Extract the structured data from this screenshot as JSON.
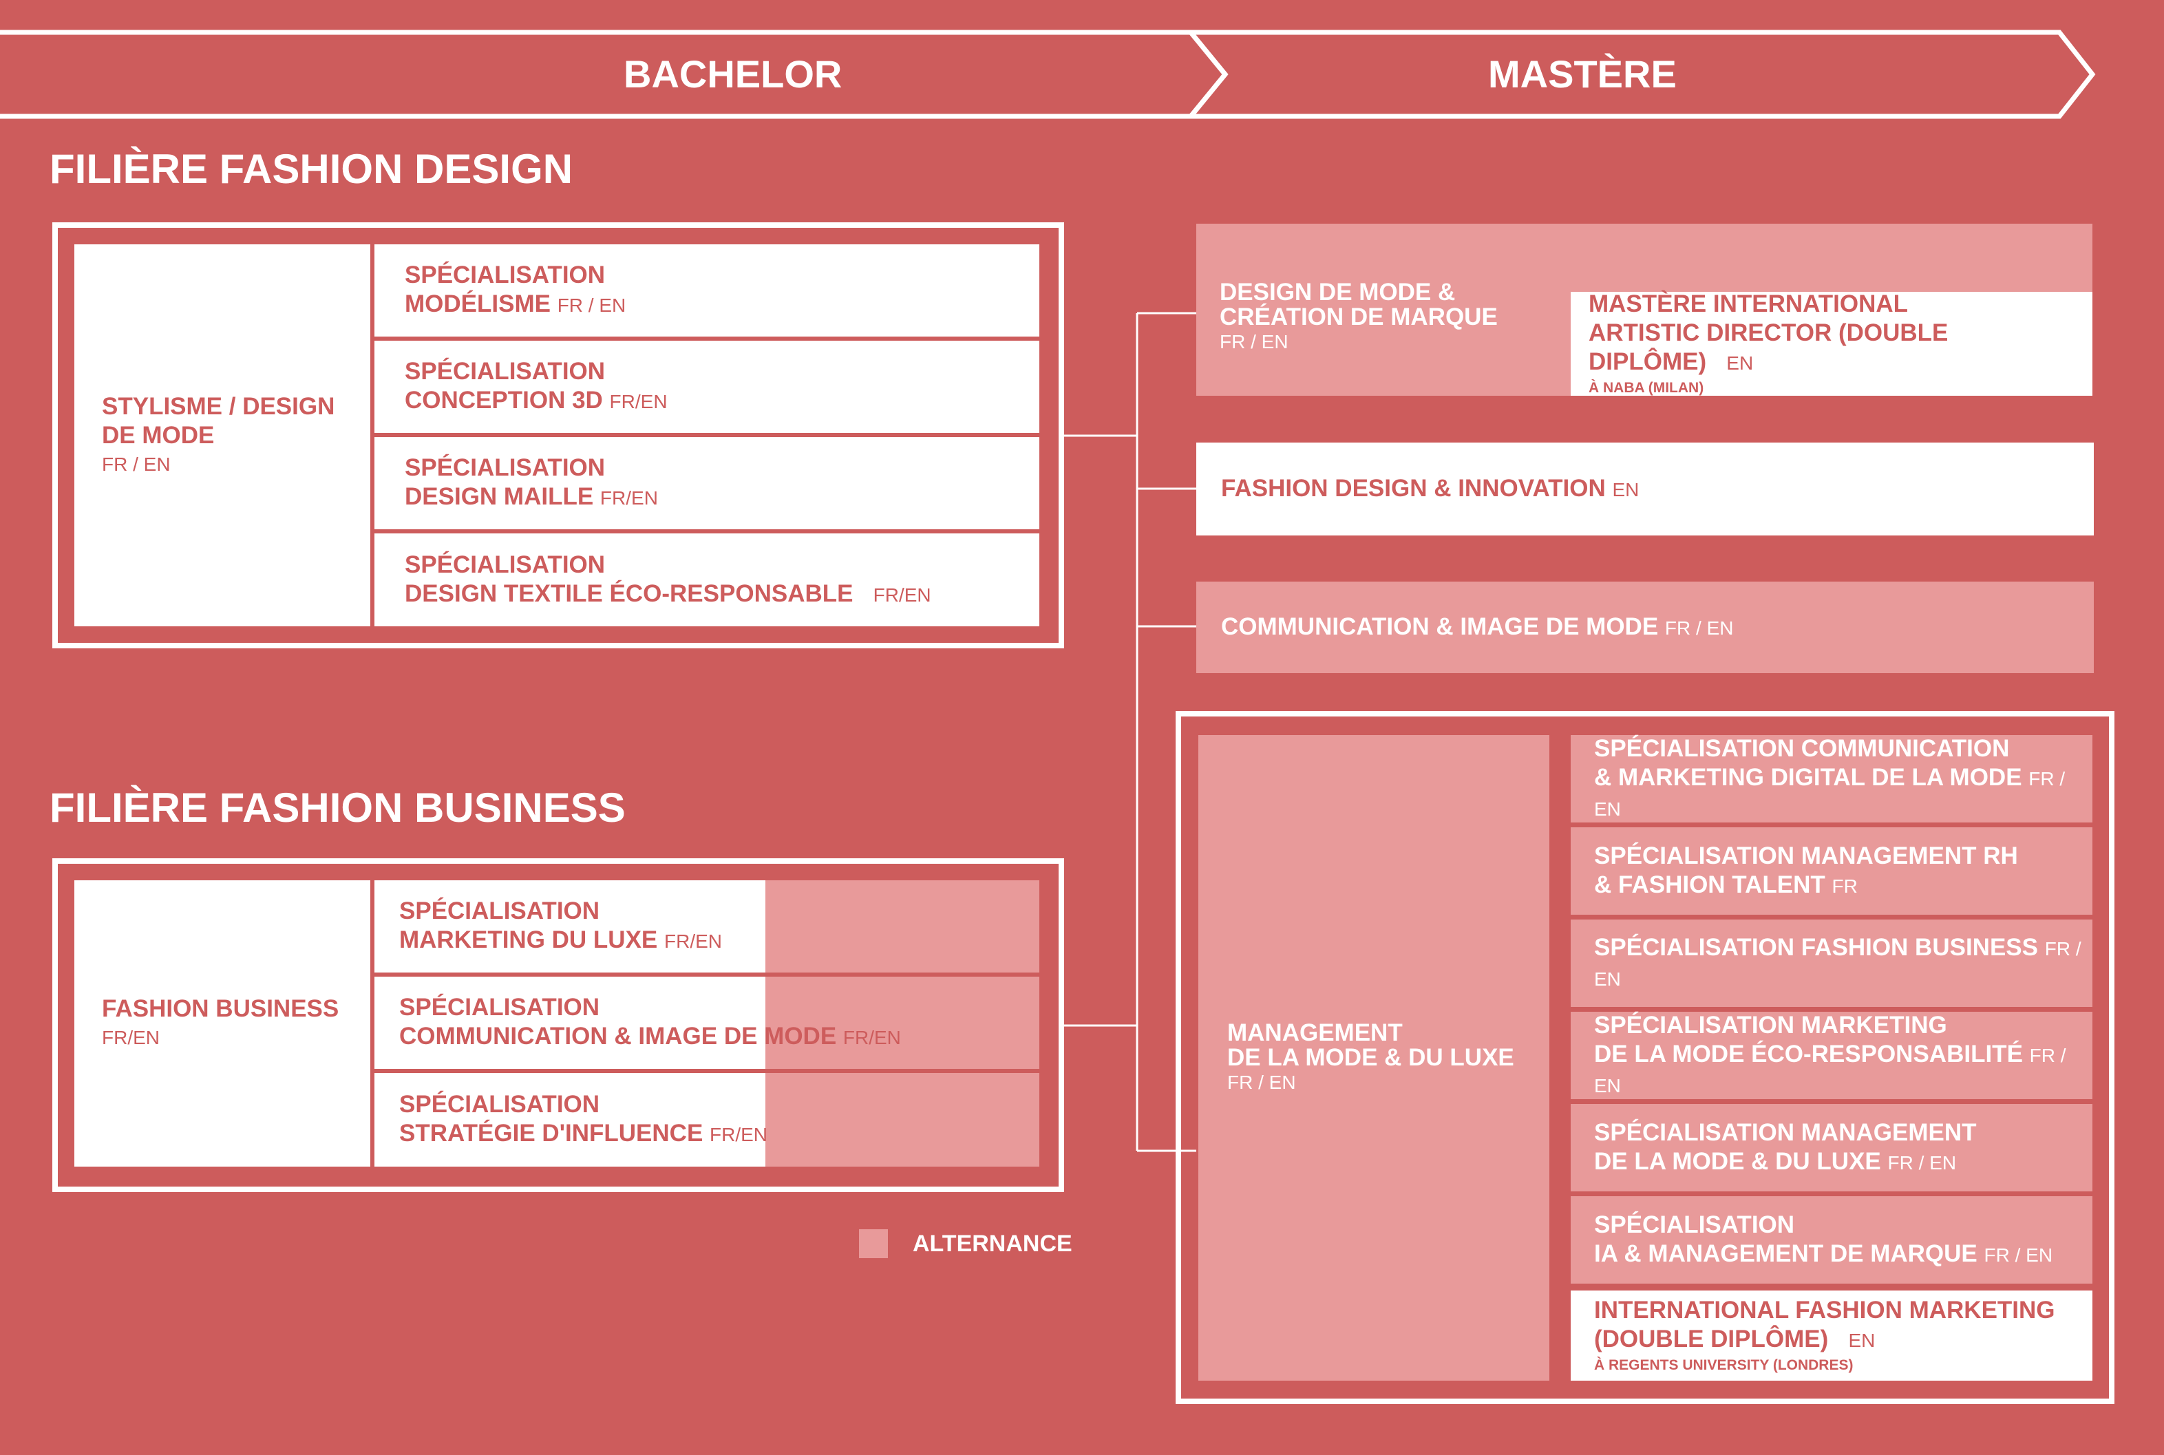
{
  "header": {
    "bachelor": "BACHELOR",
    "mastere": "MASTÈRE"
  },
  "design": {
    "title": "FILIÈRE FASHION DESIGN",
    "main": {
      "name1": "STYLISME / DESIGN",
      "name2": "DE MODE",
      "lang": "FR / EN"
    },
    "specs": [
      {
        "l1": "SPÉCIALISATION",
        "l2": "MODÉLISME",
        "lang": "FR / EN"
      },
      {
        "l1": "SPÉCIALISATION",
        "l2": "CONCEPTION 3D",
        "lang": "FR/EN"
      },
      {
        "l1": "SPÉCIALISATION",
        "l2": "DESIGN MAILLE",
        "lang": "FR/EN"
      },
      {
        "l1": "SPÉCIALISATION",
        "l2": "DESIGN TEXTILE ÉCO-RESPONSABLE",
        "lang": "FR/EN"
      }
    ]
  },
  "business": {
    "title": "FILIÈRE FASHION BUSINESS",
    "main": {
      "name": "FASHION BUSINESS",
      "lang": "FR/EN"
    },
    "specs": [
      {
        "l1": "SPÉCIALISATION",
        "l2": "MARKETING DU LUXE",
        "lang": "FR/EN"
      },
      {
        "l1": "SPÉCIALISATION",
        "l2": "COMMUNICATION & IMAGE DE MODE",
        "lang": "FR/EN"
      },
      {
        "l1": "SPÉCIALISATION",
        "l2": "STRATÉGIE D'INFLUENCE",
        "lang": "FR/EN"
      }
    ]
  },
  "legend": {
    "label": "ALTERNANCE"
  },
  "mastere": {
    "design_mode": {
      "l1": "DESIGN DE MODE &",
      "l2": "CRÉATION DE MARQUE",
      "lang": "FR / EN"
    },
    "naba": {
      "l1": "MASTÈRE INTERNATIONAL",
      "l2": "ARTISTIC DIRECTOR (DOUBLE DIPLÔME)",
      "lang": "EN",
      "note": "À NABA (MILAN)"
    },
    "innovation": {
      "name": "FASHION DESIGN & INNOVATION",
      "lang": "EN"
    },
    "communication": {
      "name": "COMMUNICATION & IMAGE DE MODE",
      "lang": "FR / EN"
    },
    "management": {
      "l1": "MANAGEMENT",
      "l2": "DE LA MODE & DU LUXE",
      "lang": "FR / EN"
    },
    "mgmt_specs": [
      {
        "l1": "SPÉCIALISATION COMMUNICATION",
        "l2": "& MARKETING DIGITAL DE LA MODE",
        "lang": "FR / EN"
      },
      {
        "l1": "SPÉCIALISATION MANAGEMENT RH",
        "l2": "& FASHION TALENT",
        "lang": "FR"
      },
      {
        "l1": "SPÉCIALISATION FASHION BUSINESS",
        "l2": "",
        "lang": "FR / EN"
      },
      {
        "l1": "SPÉCIALISATION MARKETING",
        "l2": "DE LA MODE ÉCO-RESPONSABILITÉ",
        "lang": "FR / EN"
      },
      {
        "l1": "SPÉCIALISATION MANAGEMENT",
        "l2": "DE LA MODE & DU LUXE",
        "lang": "FR / EN"
      },
      {
        "l1": "SPÉCIALISATION",
        "l2": "IA & MANAGEMENT DE MARQUE",
        "lang": "FR / EN"
      }
    ],
    "regents": {
      "l1": "INTERNATIONAL FASHION MARKETING",
      "l2": "(DOUBLE DIPLÔME)",
      "lang": "EN",
      "note": "À REGENTS UNIVERSITY (LONDRES)"
    }
  },
  "colors": {
    "background": "#cd5c5c",
    "alternance": "#e89a9a",
    "white": "#ffffff"
  }
}
